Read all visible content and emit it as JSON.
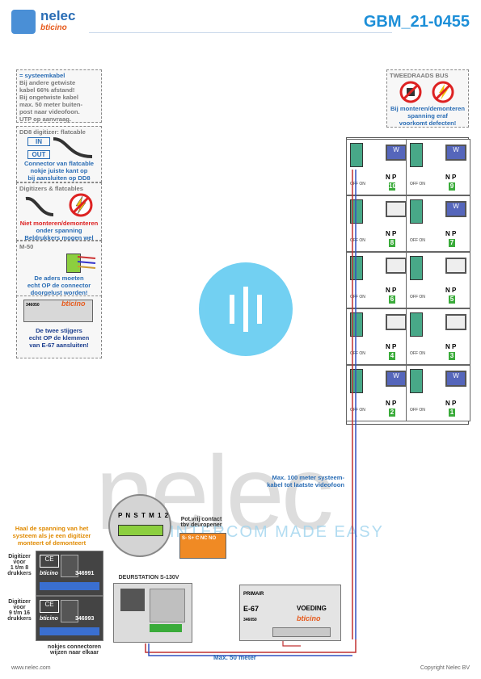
{
  "header": {
    "brand": "nelec",
    "sub_brand": "bticino",
    "code": "GBM_21-0455"
  },
  "notes": {
    "systeemkabel": {
      "title": "= systeemkabel",
      "lines": [
        "Bij andere getwiste",
        "kabel 66% afstand!",
        "Bij ongetwiste kabel",
        "max. 50 meter buiten-",
        "post naar videofoon.",
        "UTP op aanvraag."
      ]
    },
    "dd8": {
      "title": "DD8 digitizer: flatcable",
      "in": "IN",
      "out": "OUT",
      "lines": [
        "Connector van flatcable",
        "nokje juiste kant op",
        "bij aansluiten op DD8"
      ]
    },
    "digitizers": {
      "title": "Digitizers & flatcables",
      "lines": [
        "Niet monteren/demonteren",
        "onder spanning",
        "Beldrukkers mogen wel"
      ]
    },
    "m50": {
      "title": "M-50",
      "lines": [
        "De aders moeten",
        "echt OP de connector",
        "doorgelust worden!"
      ]
    },
    "e67": {
      "part": "346050",
      "brand": "bticino",
      "lines": [
        "De twee stijgers",
        "echt OP de klemmen",
        "van E-67 aansluiten!"
      ]
    },
    "bus": {
      "title": "TWEEDRAADS BUS",
      "lines": [
        "Bij monteren/demonteren",
        "spanning eraf",
        "voorkomt defecten!"
      ]
    }
  },
  "videophones": [
    {
      "num": "10",
      "screen": "W"
    },
    {
      "num": "9",
      "screen": "W"
    },
    {
      "num": "8",
      "screen": ""
    },
    {
      "num": "7",
      "screen": "W"
    },
    {
      "num": "6",
      "screen": ""
    },
    {
      "num": "5",
      "screen": ""
    },
    {
      "num": "4",
      "screen": ""
    },
    {
      "num": "3",
      "screen": ""
    },
    {
      "num": "2",
      "screen": "W"
    },
    {
      "num": "1",
      "screen": "W"
    }
  ],
  "vf_labels": {
    "n": "N",
    "p": "P",
    "offon": "OFF ON"
  },
  "labels": {
    "riser": "Max. 100 meter systeem-\nkabel tot laatste videofoon",
    "digitizer_warning": "Haal de spanning van het\nsysteem als je een digitizer\nmonteert of demonteert",
    "digitizer1": "Digitizer\nvoor\n1 t/m 8\ndrukkers",
    "digitizer2": "Digitizer\nvoor\n9 t/m 16\ndrukkers",
    "digitizer1_part": "346991",
    "digitizer2_part": "346993",
    "pot_contact": "Pot.vrij contact\ntbv deuropener",
    "terminal_labels": "S-  S+ C NC NO",
    "deurstation": "DEURSTATION S-130V",
    "nokjes": "nokjes connectoren\nwijzen naar elkaar",
    "max50": "Max. 50 meter",
    "primair": "PRIMAIR",
    "voeding_model": "E-67",
    "voeding_label": "VOEDING",
    "voeding_part": "346050",
    "voeding_brand": "bticino",
    "zoom_terms": "P N S T M 1 2",
    "watermark_sub": "INTERCOM MADE EASY"
  },
  "footer": {
    "left": "www.nelec.com",
    "right": "Copyright Nelec BV"
  }
}
